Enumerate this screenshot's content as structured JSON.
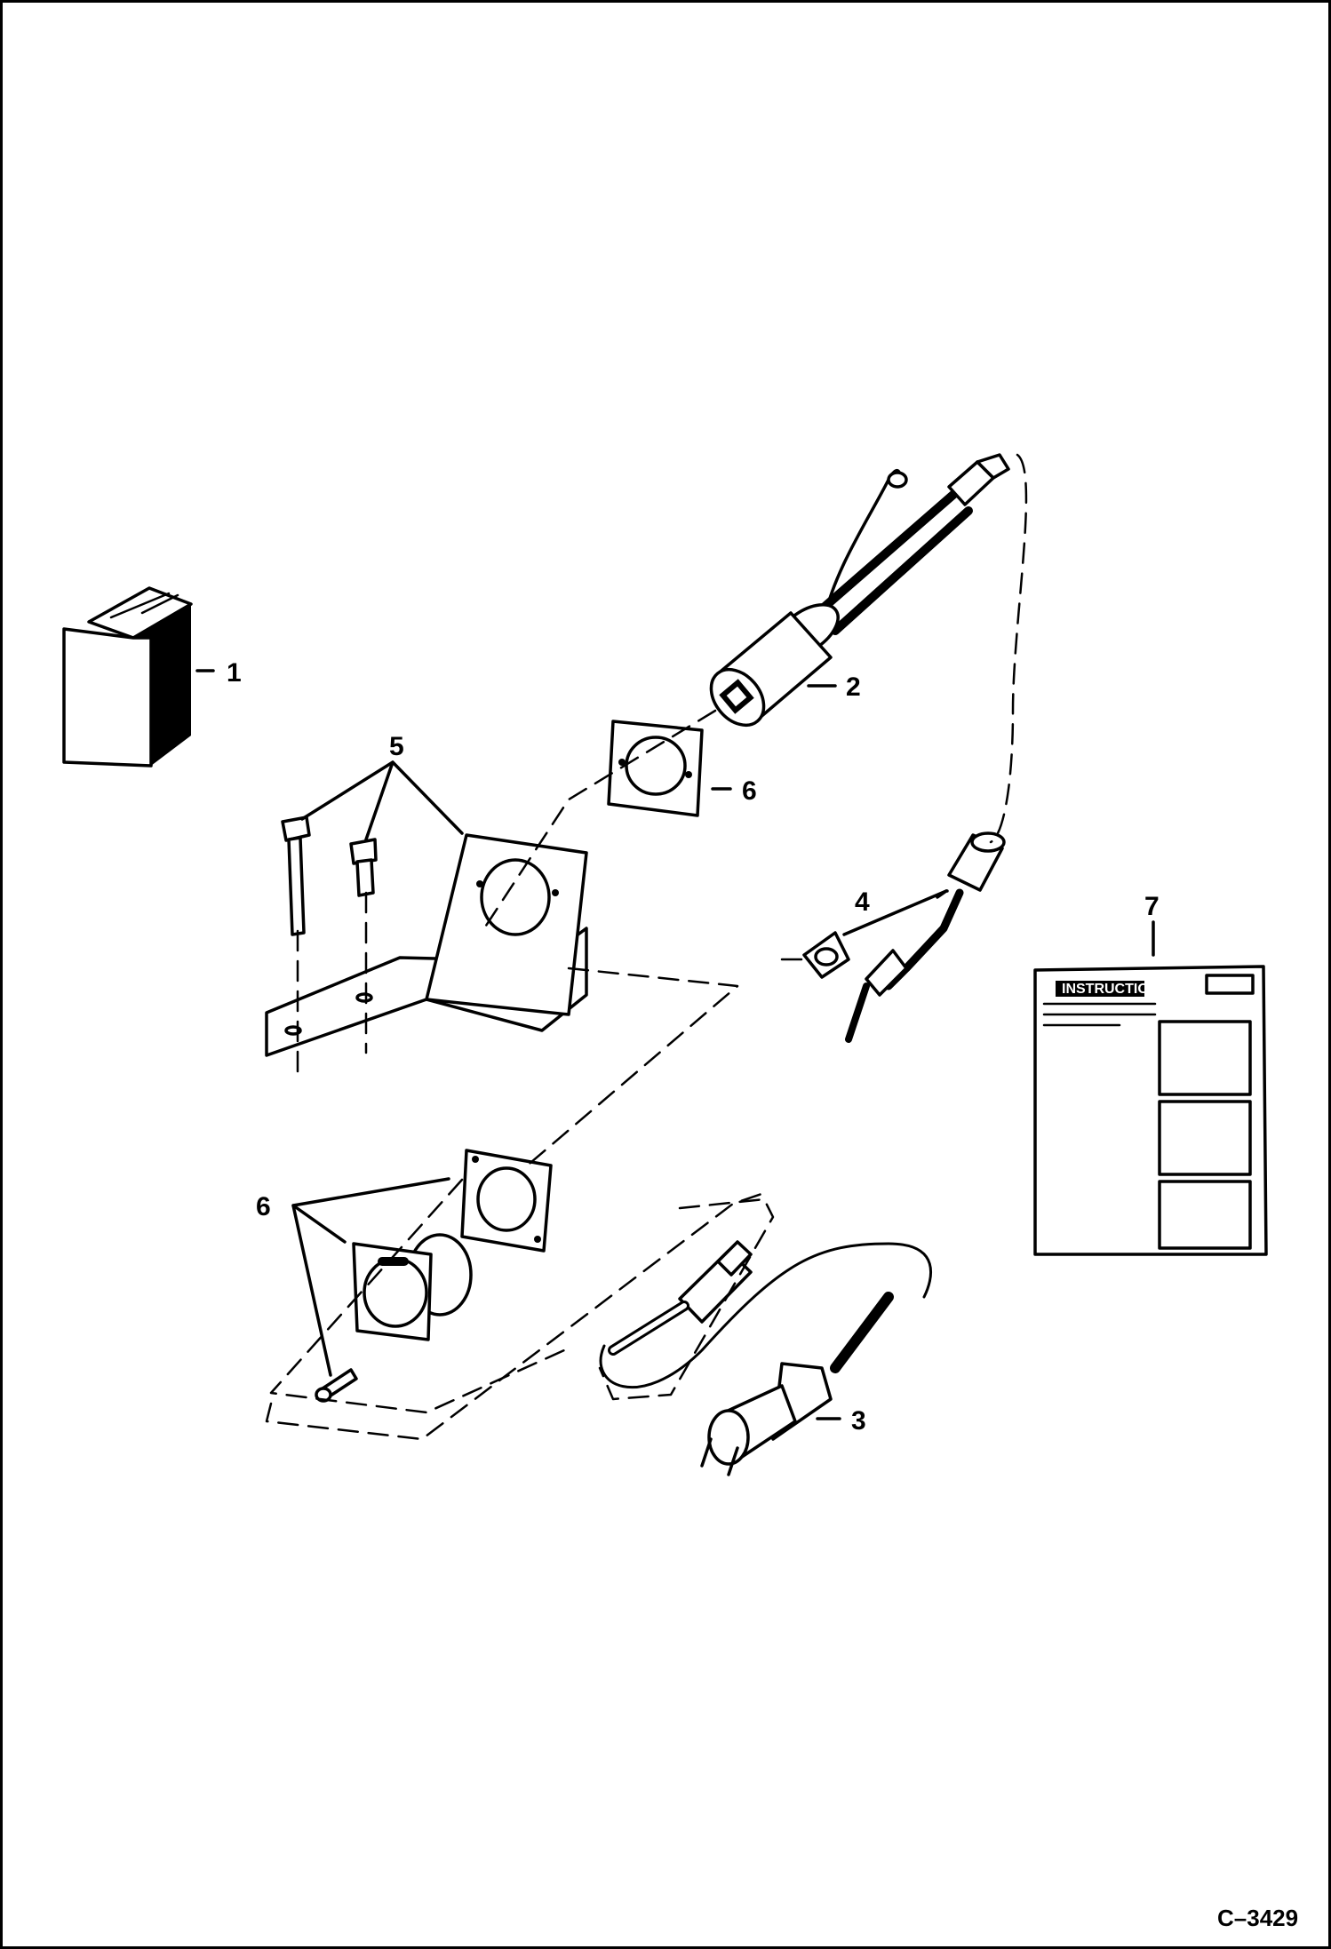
{
  "figure_id": "C–3429",
  "callouts": {
    "item1": "1",
    "item2": "2",
    "item3": "3",
    "item4": "4",
    "item5": "5",
    "item6a": "6",
    "item6b": "6",
    "item7": "7"
  },
  "instructions_sheet": {
    "title": "INSTRUCTIONS"
  }
}
